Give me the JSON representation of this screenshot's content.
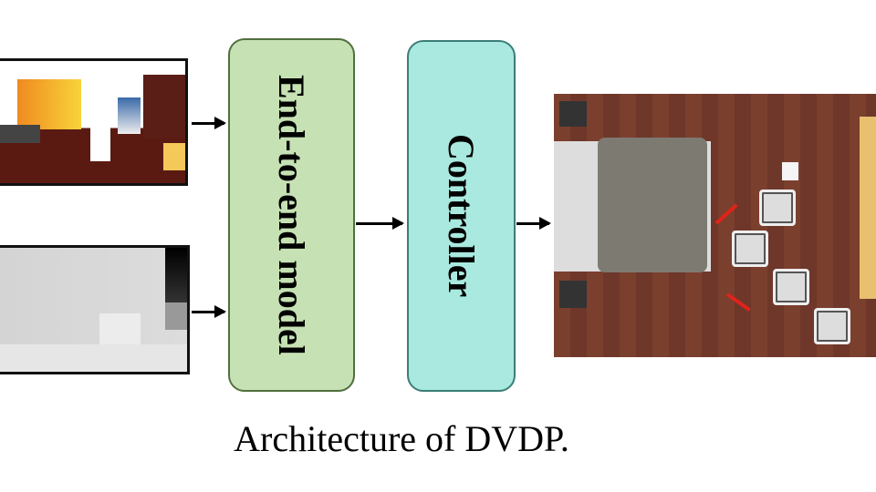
{
  "inputs": {
    "rgb_view": "rgb-camera-image",
    "depth_view": "depth-image"
  },
  "blocks": {
    "model": "End-to-end model",
    "controller": "Controller"
  },
  "output": {
    "scene": "top-down-robot-scene"
  },
  "caption": "Architecture of DVDP.",
  "colors": {
    "model_fill": "#c6e1b4",
    "controller_fill": "#a9e9df",
    "arrow": "#000000",
    "motion_arrow": "#e0231a"
  }
}
